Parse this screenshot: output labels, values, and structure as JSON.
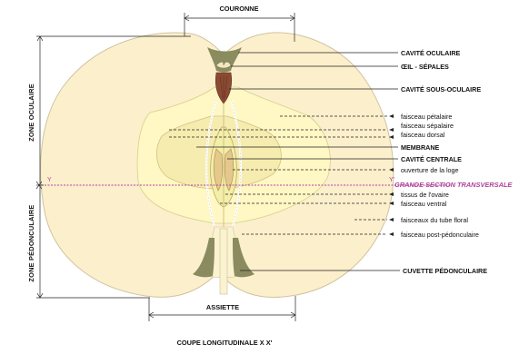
{
  "colors": {
    "flesh": "#fcefcc",
    "flesh_outline": "#cfc3a0",
    "core_zone": "#fff7c4",
    "cavity": "#f3eea8",
    "membrane_fill": "#f6ecb0",
    "seed": "#e5c98c",
    "seed_lines": "#b5935a",
    "stem_green": "#8a8c60",
    "stem_dark": "#6f7150",
    "calyx_brown": "#8b4a33",
    "section_line": "#b0429a",
    "dash_bundle": "#ffffff"
  },
  "dimensions": {
    "top": "COURONNE",
    "bottom": "ASSIETTE",
    "left_upper": "ZONE OCULAIRE",
    "left_lower": "ZONE PÉDONCULAIRE"
  },
  "section": {
    "label": "GRANDE SECTION TRANSVERSALE",
    "y_left": "Y",
    "y_right": "Y'"
  },
  "labels": [
    {
      "key": "cavite_oculaire",
      "text": "CAVITÉ OCULAIRE"
    },
    {
      "key": "oeil_sepales",
      "text": "ŒIL - SÉPALES"
    },
    {
      "key": "cavite_sous_oculaire",
      "text": "CAVITÉ SOUS-OCULAIRE"
    },
    {
      "key": "faisceau_petalaire",
      "text": "faisceau pétalaire"
    },
    {
      "key": "faisceau_sepalaire",
      "text": "faisceau sépalaire"
    },
    {
      "key": "faisceau_dorsal",
      "text": "faisceau dorsal"
    },
    {
      "key": "membrane",
      "text": "MEMBRANE"
    },
    {
      "key": "cavite_centrale",
      "text": "CAVITÉ CENTRALE"
    },
    {
      "key": "ouverture_loge",
      "text": "ouverture de la loge"
    },
    {
      "key": "tissus_ovaire",
      "text": "tissus de l'ovaire"
    },
    {
      "key": "faisceau_ventral",
      "text": "faisceau ventral"
    },
    {
      "key": "faisceaux_tube_floral",
      "text": "faisceaux du tube floral"
    },
    {
      "key": "faisceau_post_pedonculaire",
      "text": "faisceau post-pédonculaire"
    },
    {
      "key": "cuvette_pedonculaire",
      "text": "CUVETTE PÉDONCULAIRE"
    }
  ],
  "caption": "COUPE LONGITUDINALE X X'"
}
